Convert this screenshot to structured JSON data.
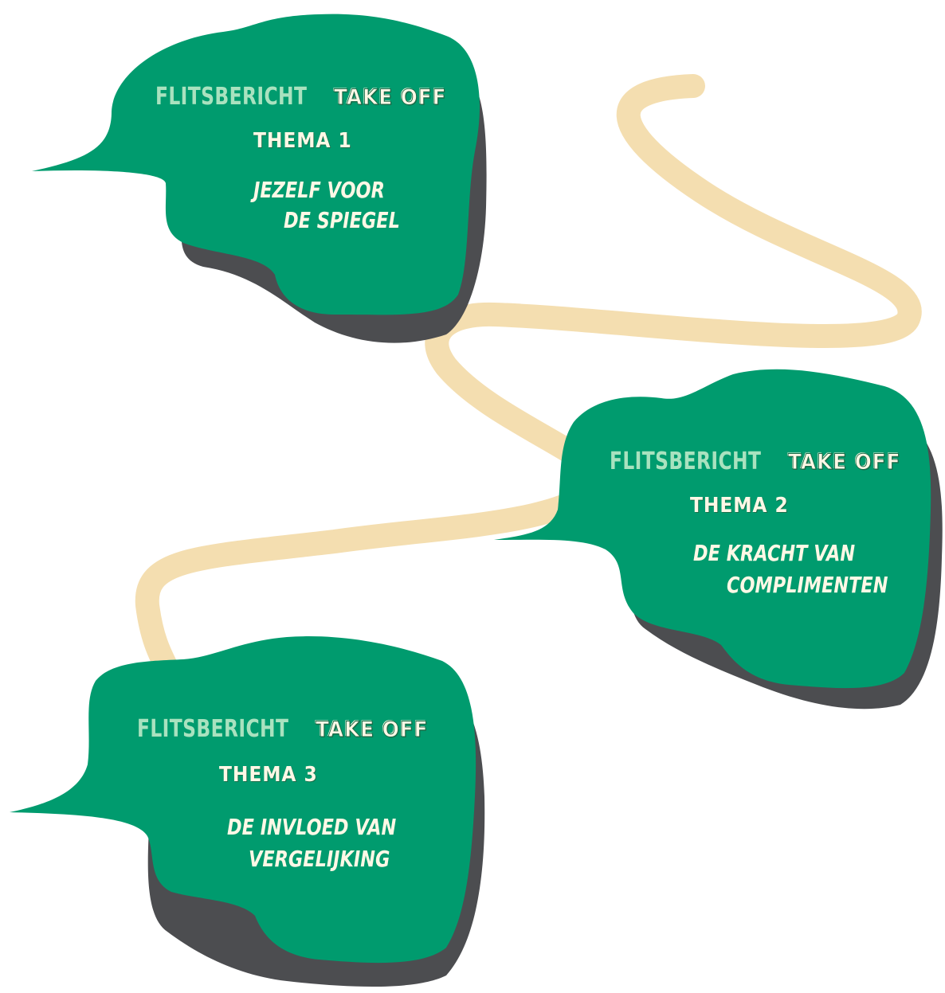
{
  "colors": {
    "bubble": "#009b6e",
    "shadow": "#4c4d50",
    "path": "#f4deb0",
    "brand": "#a9e2bf",
    "text": "#fff8e6"
  },
  "bubbles": [
    {
      "brand": "Flitsbericht",
      "product": "Take off",
      "theme": "Thema 1",
      "subtitle_line1": "Jezelf voor",
      "subtitle_line2": "de spiegel"
    },
    {
      "brand": "Flitsbericht",
      "product": "Take off",
      "theme": "Thema 2",
      "subtitle_line1": "De kracht van",
      "subtitle_line2": "complimenten"
    },
    {
      "brand": "Flitsbericht",
      "product": "Take off",
      "theme": "Thema 3",
      "subtitle_line1": "De invloed van",
      "subtitle_line2": "vergelijking"
    }
  ]
}
